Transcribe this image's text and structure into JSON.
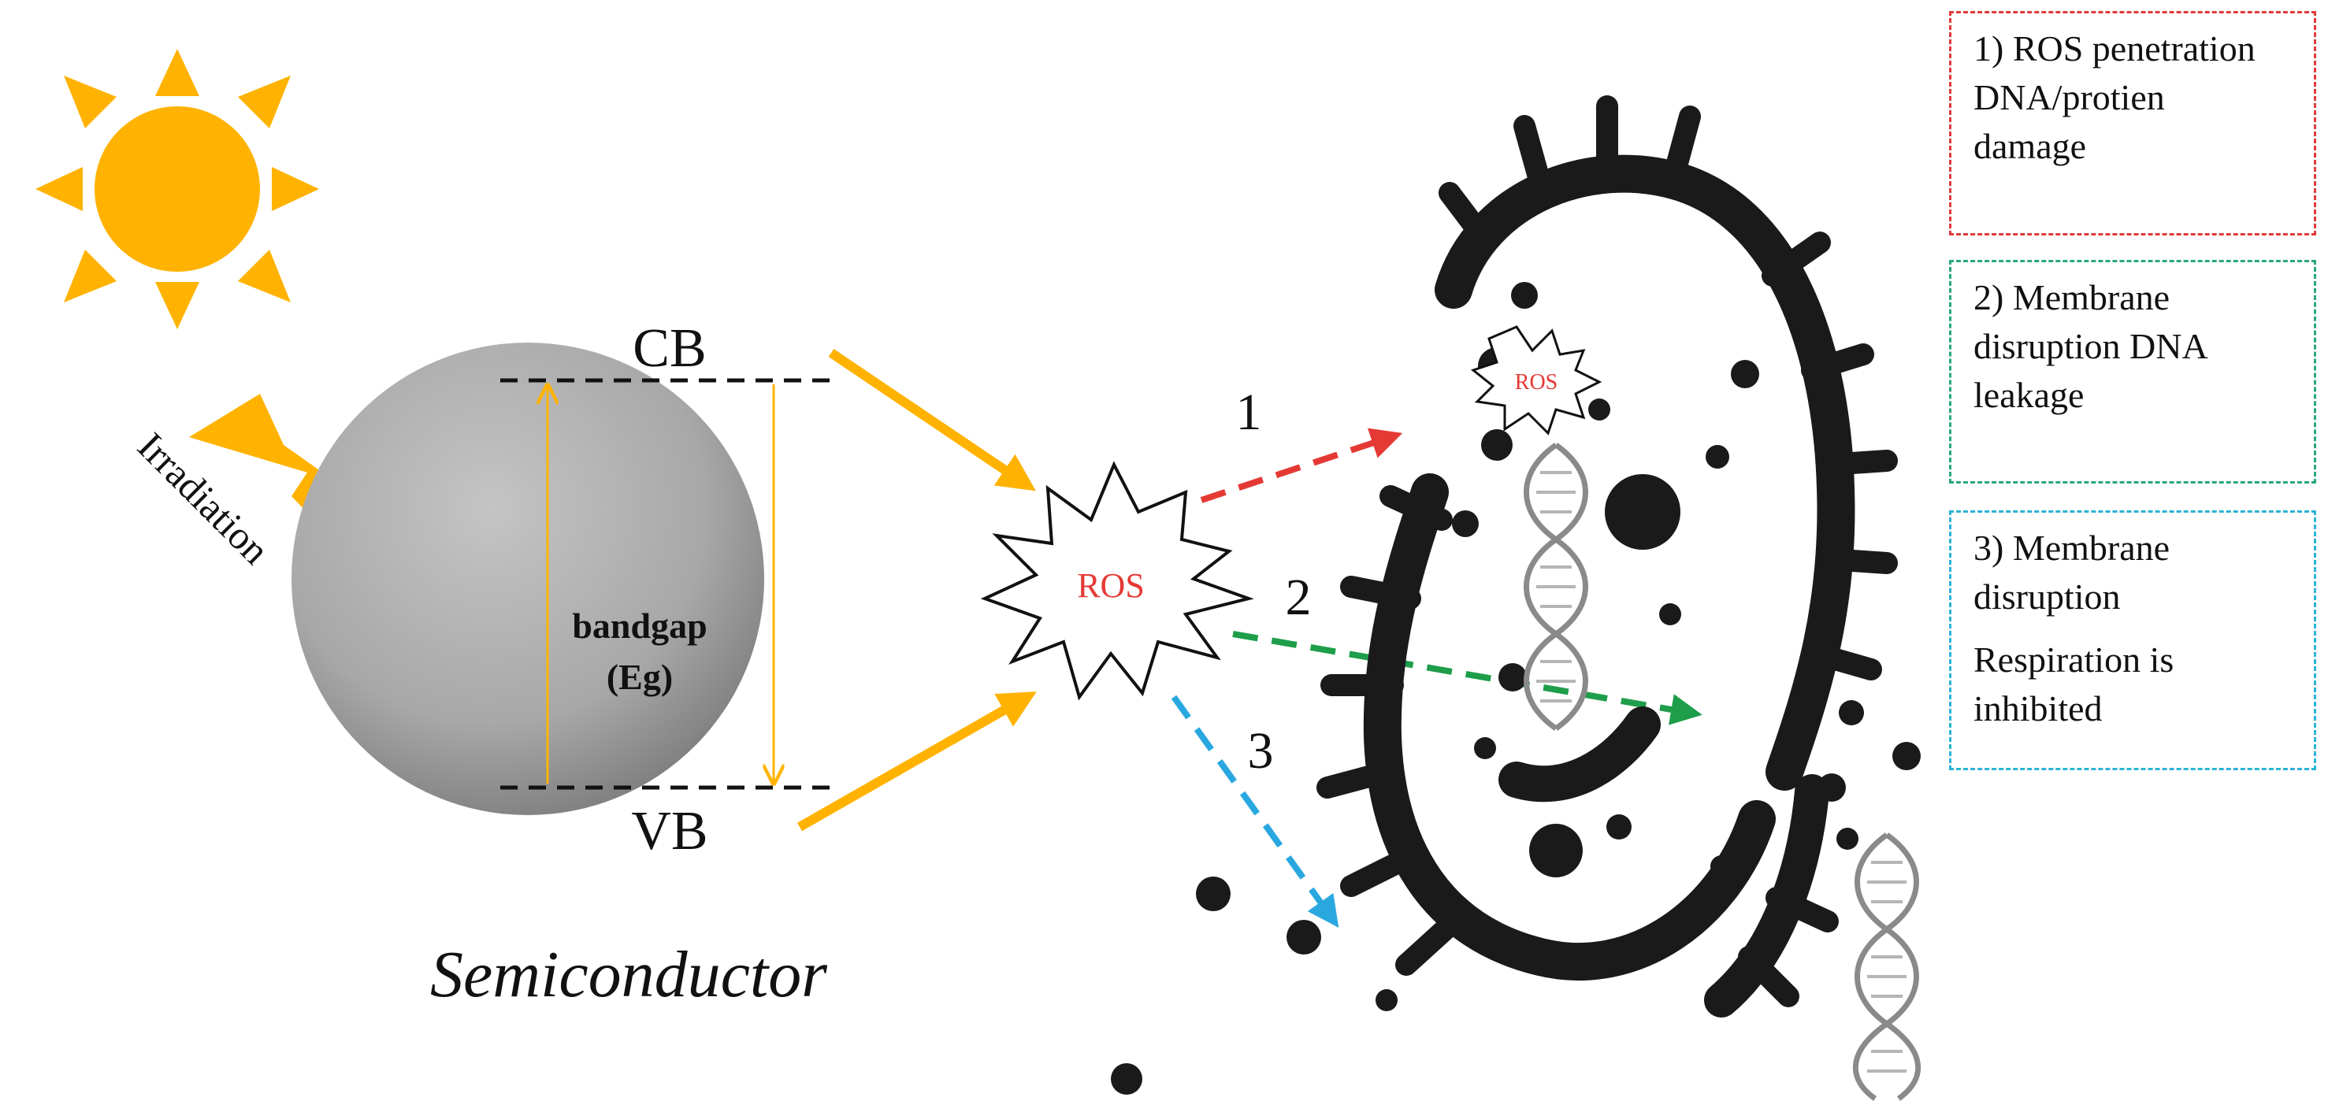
{
  "semiconductor": {
    "label": "Semiconductor",
    "cb": "CB",
    "vb": "VB",
    "bandgap_line1": "bandgap",
    "bandgap_line2": "(Eg)"
  },
  "irradiation": {
    "label": "Irradiation"
  },
  "ros": {
    "main": "ROS",
    "inner": "ROS"
  },
  "pathways": [
    {
      "number": "1",
      "color": "#e53935"
    },
    {
      "number": "2",
      "color": "#1e9e4a"
    },
    {
      "number": "3",
      "color": "#29a8e0"
    }
  ],
  "notes": {
    "box1": {
      "line1": "1) ROS penetration",
      "line2": "DNA/protien",
      "line3": "damage"
    },
    "box2": {
      "line1": "2) Membrane",
      "line2": "disruption DNA",
      "line3": "leakage"
    },
    "box3": {
      "line1": "3) Membrane",
      "line2": "disruption",
      "line3": "Respiration is",
      "line4": "inhibited"
    }
  },
  "colors": {
    "sun": "#ffb300",
    "arrow": "#ffb300",
    "ros_text": "#e53935",
    "bacteria": "#1a1a1a",
    "sphere": "#a9a9a9"
  },
  "icons": [
    "sun-icon",
    "lightning-icon",
    "bacterium-icon",
    "dna-icon",
    "ros-burst-icon"
  ]
}
